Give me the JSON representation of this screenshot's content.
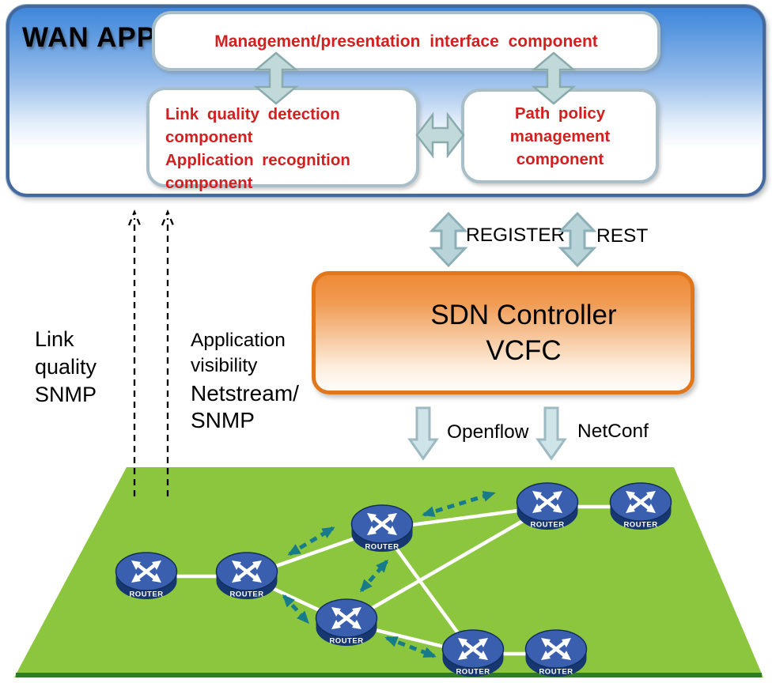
{
  "wan_app": {
    "title": "WAN APP",
    "management_box": "Management/presentation interface component",
    "link_quality_box": "Link quality detection\ncomponent\nApplication recognition\ncomponent",
    "path_policy_box": "Path policy\nmanagement\ncomponent"
  },
  "controller": {
    "title": "SDN Controller\nVCFC"
  },
  "northbound": {
    "register": "REGISTER",
    "rest": "REST"
  },
  "southbound": {
    "openflow": "Openflow",
    "netconf": "NetConf"
  },
  "telemetry": {
    "link_quality": "Link\nquality\nSNMP",
    "application_visibility": "Application\nvisibility",
    "netstream": "Netstream/\nSNMP"
  },
  "network": {
    "router_count": 8,
    "routers": [
      {
        "label": "ROUTER"
      },
      {
        "label": "ROUTER"
      },
      {
        "label": "ROUTER"
      },
      {
        "label": "ROUTER"
      },
      {
        "label": "ROUTER"
      },
      {
        "label": "ROUTER"
      },
      {
        "label": "ROUTER"
      },
      {
        "label": "ROUTER"
      }
    ]
  },
  "colors": {
    "wan_panel_blue": "#4285d8",
    "component_text_red": "#d21f1f",
    "controller_orange": "#e2761b",
    "plane_green": "#8cc63f",
    "plane_edge_dark_green": "#2f7b2c",
    "flow_arrow_teal": "#177b8a",
    "block_arrow_fill": "#c2d9d9",
    "router_blue": "#3a5fae"
  }
}
